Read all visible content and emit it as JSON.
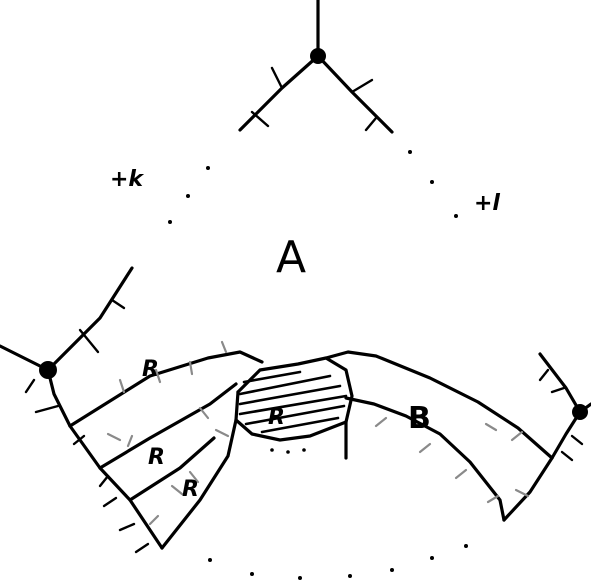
{
  "labels": {
    "region_a": "A",
    "region_b": "B",
    "region_r_top": "R",
    "region_r_mid": "R",
    "region_r_low": "R",
    "hatched_r": "R",
    "point_left": "+k",
    "point_right": "+l"
  }
}
